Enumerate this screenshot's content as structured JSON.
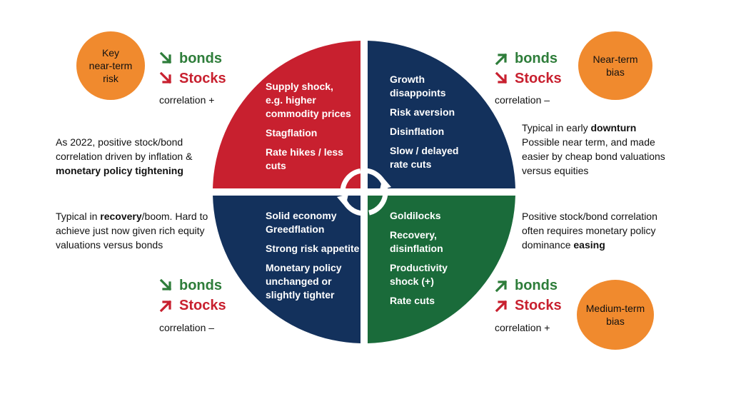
{
  "colors": {
    "red": "#c8202f",
    "navy": "#13315c",
    "green": "#1a6b3a",
    "orange": "#f08a2e",
    "down_arrow_green": "#2e7d3a",
    "down_arrow_red": "#c8202f",
    "up_arrow_green": "#2e7d3a",
    "up_arrow_red": "#c8202f"
  },
  "badges": {
    "top_left": "Key\nnear-term\nrisk",
    "top_right": "Near-term\nbias",
    "bottom_right": "Medium-term\nbias"
  },
  "corners": {
    "top_left": {
      "bonds": "bonds",
      "stocks": "Stocks",
      "bonds_dir": "down",
      "stocks_dir": "down",
      "correlation": "correlation +"
    },
    "top_right": {
      "bonds": "bonds",
      "stocks": "Stocks",
      "bonds_dir": "up",
      "stocks_dir": "down",
      "correlation": "correlation –"
    },
    "bottom_left": {
      "bonds": "bonds",
      "stocks": "Stocks",
      "bonds_dir": "down",
      "stocks_dir": "up",
      "correlation": "correlation –"
    },
    "bottom_right": {
      "bonds": "bonds",
      "stocks": "Stocks",
      "bonds_dir": "up",
      "stocks_dir": "up",
      "correlation": "correlation +"
    }
  },
  "notes": {
    "top_left": {
      "pre": "As 2022, positive stock/bond correlation driven by inflation & ",
      "bold": "monetary policy tightening",
      "post": ""
    },
    "top_right": {
      "line1_pre": "Typical in early ",
      "line1_bold": "downturn",
      "rest": "Possible near term, and made easier by cheap bond valuations versus equities"
    },
    "bottom_left": {
      "pre": "Typical in ",
      "bold": "recovery",
      "post": "/boom. Hard to achieve just now given rich equity valuations versus bonds"
    },
    "bottom_right": {
      "pre": "Positive stock/bond correlation often requires monetary policy dominance ",
      "bold": "easing",
      "post": ""
    }
  },
  "quadrants": {
    "top_left": [
      "Supply shock,\ne.g. higher\ncommodity prices",
      "Stagflation",
      "Rate hikes / less\ncuts"
    ],
    "top_right": [
      "Growth\ndisappoints",
      "Risk aversion",
      "Disinflation",
      "Slow / delayed\nrate cuts"
    ],
    "bottom_left": [
      "Solid economy\nGreedflation",
      "Strong risk appetite",
      "Monetary policy\nunchanged or\nslightly tighter"
    ],
    "bottom_right": [
      "Goldilocks",
      "Recovery,\ndisinflation",
      "Productivity\nshock (+)",
      "Rate cuts"
    ]
  }
}
